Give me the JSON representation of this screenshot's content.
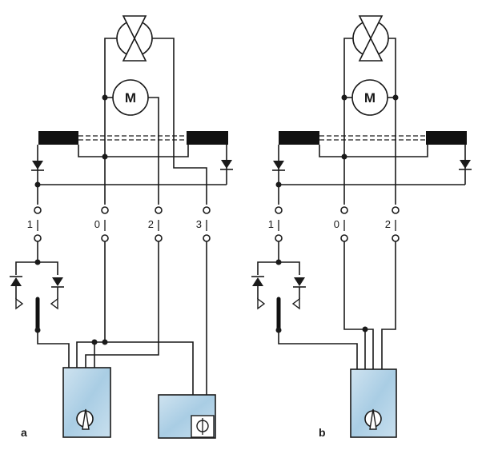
{
  "panels": {
    "a": "a",
    "b": "b"
  },
  "motor_label": "M",
  "switch_positions_a": [
    "1",
    "0",
    "2",
    "3"
  ],
  "switch_positions_b": [
    "1",
    "0",
    "2"
  ],
  "colors": {
    "line": "#1a1a1a",
    "module_fill": "#bcd8ea",
    "bar": "#111111"
  },
  "icons": [
    "fan-icon",
    "motor-icon",
    "diode-icon",
    "knob-icon"
  ]
}
